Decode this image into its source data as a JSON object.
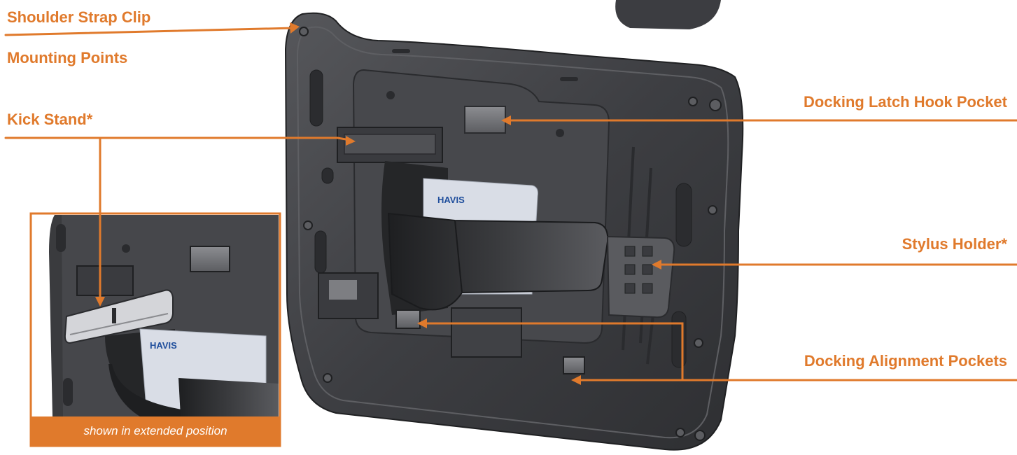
{
  "callouts": {
    "shoulder_strap_clip": "Shoulder Strap Clip",
    "mounting_points": "Mounting Points",
    "kick_stand": "Kick Stand*",
    "docking_latch_hook_pocket": "Docking Latch Hook Pocket",
    "stylus_holder": "Stylus Holder*",
    "docking_alignment_pockets": "Docking Alignment Pockets"
  },
  "inset": {
    "caption": "shown in extended position",
    "logo_text": "HAVIS"
  },
  "main_logo_text": "HAVIS",
  "colors": {
    "accent": "#E07A2C",
    "case_dark": "#3a3b3e",
    "case_mid": "#4a4b4f",
    "case_light": "#6a6b70",
    "strap": "#2b2c2e",
    "card": "#d9dde6"
  }
}
